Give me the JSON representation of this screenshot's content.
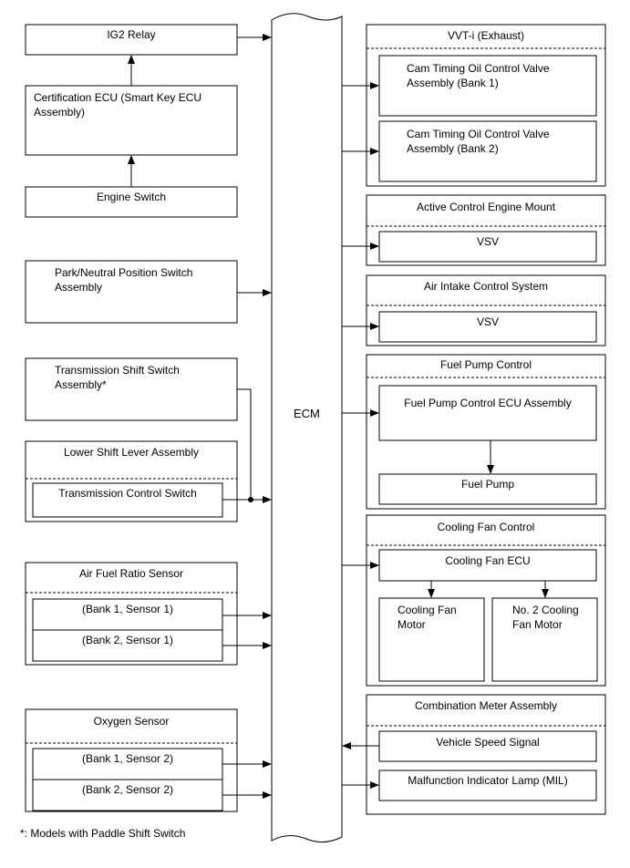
{
  "ecm_label": "ECM",
  "left": {
    "ig2_relay": "IG2 Relay",
    "certification_ecu": "Certification ECU (Smart Key ECU\nAssembly)",
    "engine_switch": "Engine Switch",
    "park_neutral_switch": "Park/Neutral Position Switch\nAssembly",
    "transmission_shift_switch": "Transmission Shift Switch\nAssembly*",
    "lower_shift_lever": {
      "title": "Lower Shift Lever Assembly",
      "control_switch": "Transmission Control Switch"
    },
    "air_fuel_ratio_sensor": {
      "title": "Air Fuel Ratio Sensor",
      "bank1": "(Bank 1, Sensor 1)",
      "bank2": "(Bank 2, Sensor 1)"
    },
    "oxygen_sensor": {
      "title": "Oxygen Sensor",
      "bank1": "(Bank 1, Sensor 2)",
      "bank2": "(Bank 2, Sensor 2)"
    }
  },
  "right": {
    "vvti": {
      "title": "VVT-i (Exhaust)",
      "valve_bank1": "Cam Timing Oil Control Valve\nAssembly (Bank 1)",
      "valve_bank2": "Cam Timing Oil Control Valve\nAssembly (Bank 2)"
    },
    "engine_mount": {
      "title": "Active Control Engine Mount",
      "vsv": "VSV"
    },
    "air_intake": {
      "title": "Air Intake Control System",
      "vsv": "VSV"
    },
    "fuel_pump_control": {
      "title": "Fuel Pump Control",
      "ecu": "Fuel Pump Control ECU Assembly",
      "pump": "Fuel Pump"
    },
    "cooling_fan_control": {
      "title": "Cooling Fan Control",
      "ecu": "Cooling Fan ECU",
      "motor1": "Cooling Fan\nMotor",
      "motor2": "No. 2 Cooling\nFan Motor"
    },
    "combination_meter": {
      "title": "Combination Meter Assembly",
      "speed_signal": "Vehicle Speed Signal",
      "mil": "Malfunction Indicator Lamp (MIL)"
    }
  },
  "footnote": "*: Models with Paddle Shift Switch"
}
